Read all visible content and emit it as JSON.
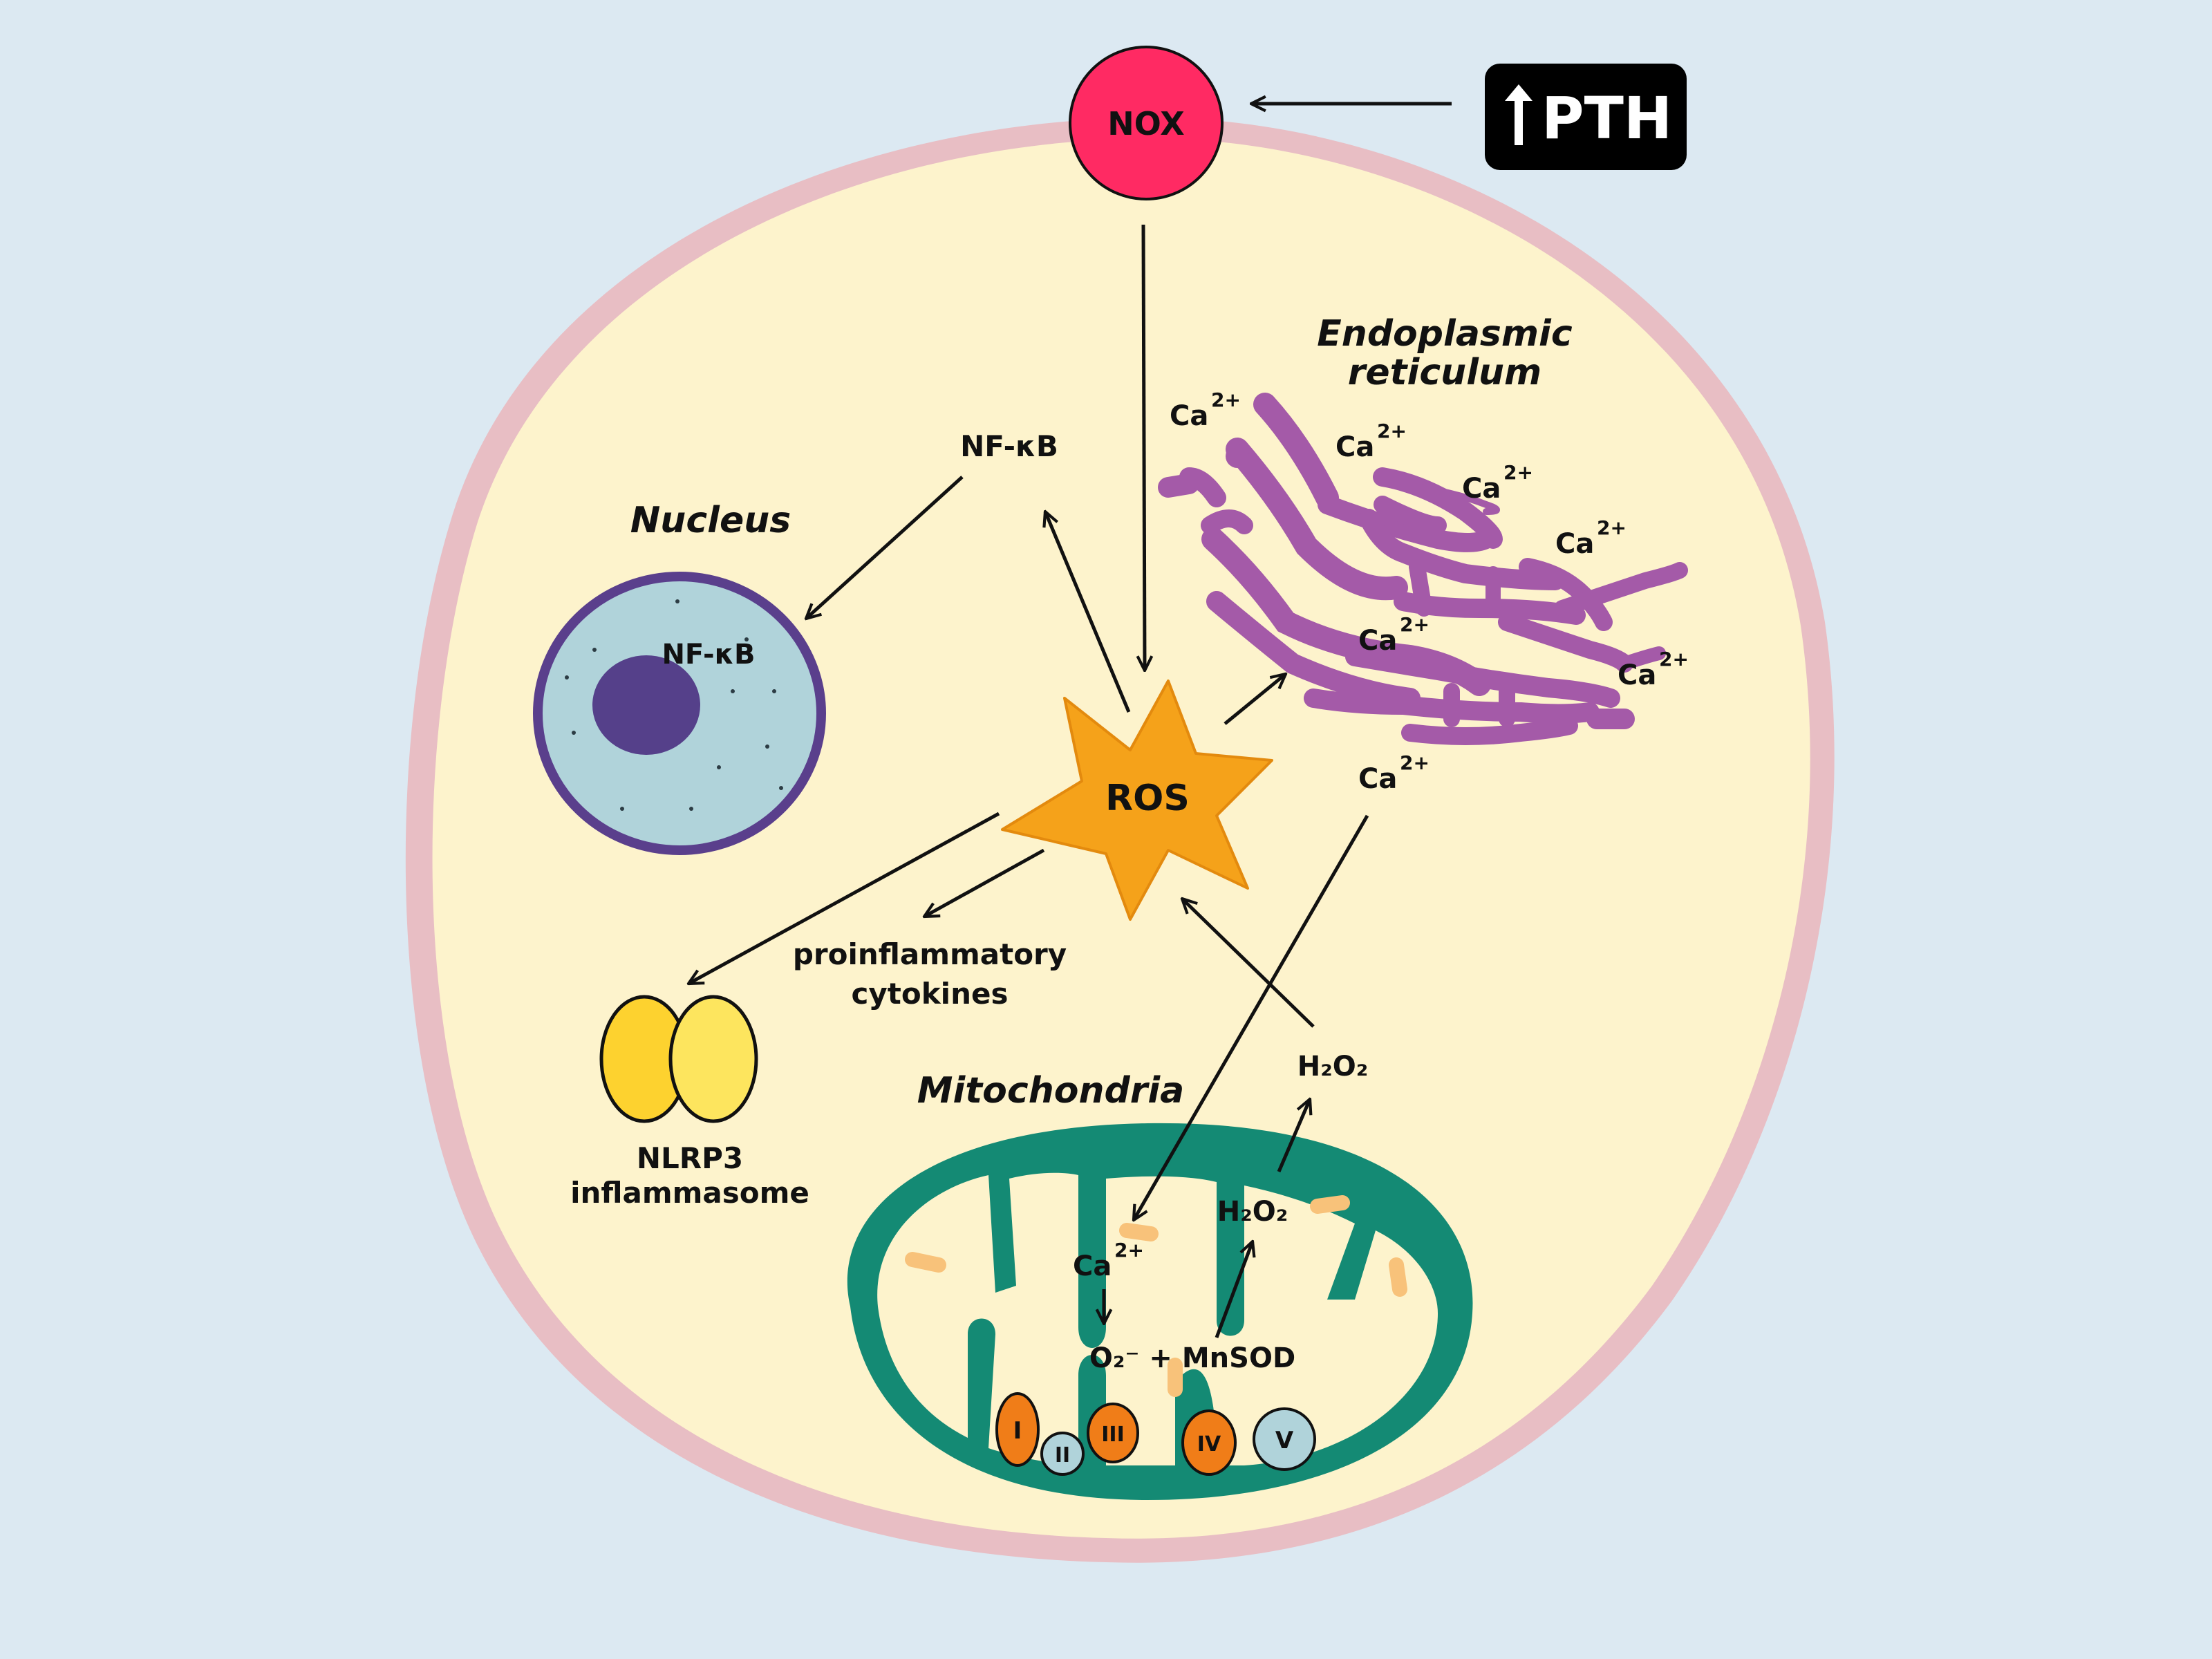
{
  "labels": {
    "nox": "NOX",
    "pth": "PTH",
    "er_title_1": "Endoplasmic",
    "er_title_2": "reticulum",
    "nucleus_title": "Nucleus",
    "nfkb_cytoplasm": "NF-κB",
    "nfkb_nucleus": "NF-κB",
    "ros": "ROS",
    "ca_base": "Ca",
    "ca_charge": "2+",
    "proinflammatory_1": "proinflammatory",
    "proinflammatory_2": "cytokines",
    "nlrp3_1": "NLRP3",
    "nlrp3_2": "inflammasome",
    "mito_title": "Mitochondria",
    "h2o2": "H₂O₂",
    "o2_mnsod": "O₂⁻ + MnSOD",
    "complex_1": "I",
    "complex_2": "II",
    "complex_3": "III",
    "complex_4": "IV",
    "complex_5": "V"
  },
  "colors": {
    "background": "#dce9f2",
    "cell_membrane": "#e8bec4",
    "cytoplasm": "#fdf3cc",
    "nox": "#ff2a63",
    "pth_box": "#000000",
    "er": "#a45aa8",
    "nucleus": "#b0d3da",
    "nucleus_border": "#5a3f8c",
    "nucleolus": "#55408a",
    "ros": "#f5a21a",
    "mitochondria": "#148a74",
    "mito_inner": "#fdf3cc",
    "complex_orange": "#f07d18",
    "complex_blue": "#b0d3da",
    "inflammasome_1": "#fdd22f",
    "inflammasome_2": "#fde55e"
  },
  "icons": {
    "pth_arrow": "up-arrow-icon"
  }
}
